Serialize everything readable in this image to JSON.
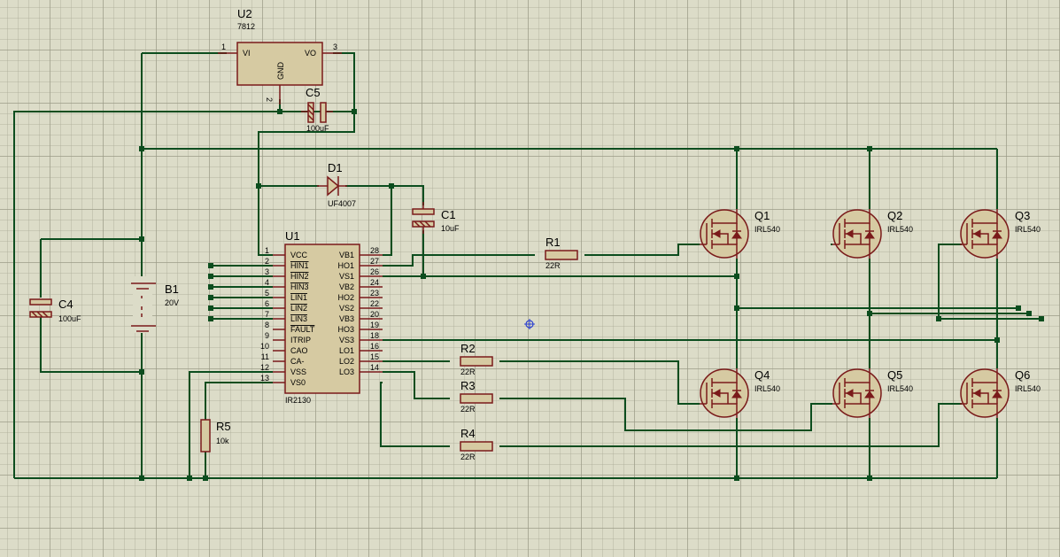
{
  "components": {
    "u2": {
      "ref": "U2",
      "value": "7812",
      "pin_vi": "VI",
      "pin_vo": "VO",
      "pin_gnd": "GND",
      "pin1": "1",
      "pin2": "2",
      "pin3": "3"
    },
    "c5": {
      "ref": "C5",
      "value": "100uF"
    },
    "d1": {
      "ref": "D1",
      "value": "UF4007"
    },
    "c1": {
      "ref": "C1",
      "value": "10uF"
    },
    "c4": {
      "ref": "C4",
      "value": "100uF"
    },
    "b1": {
      "ref": "B1",
      "value": "20V"
    },
    "r1": {
      "ref": "R1",
      "value": "22R"
    },
    "r2": {
      "ref": "R2",
      "value": "22R"
    },
    "r3": {
      "ref": "R3",
      "value": "22R"
    },
    "r4": {
      "ref": "R4",
      "value": "22R"
    },
    "r5": {
      "ref": "R5",
      "value": "10k"
    },
    "u1": {
      "ref": "U1",
      "value": "IR2130",
      "left_pins": [
        {
          "num": "1",
          "name": "VCC"
        },
        {
          "num": "2",
          "name": "HIN1"
        },
        {
          "num": "3",
          "name": "HIN2"
        },
        {
          "num": "4",
          "name": "HIN3"
        },
        {
          "num": "5",
          "name": "LIN1"
        },
        {
          "num": "6",
          "name": "LIN2"
        },
        {
          "num": "7",
          "name": "LIN3"
        },
        {
          "num": "8",
          "name": "FAULT"
        },
        {
          "num": "9",
          "name": "ITRIP"
        },
        {
          "num": "10",
          "name": "CAO"
        },
        {
          "num": "11",
          "name": "CA-"
        },
        {
          "num": "12",
          "name": "VSS"
        },
        {
          "num": "13",
          "name": "VS0"
        }
      ],
      "right_pins": [
        {
          "num": "28",
          "name": "VB1"
        },
        {
          "num": "27",
          "name": "HO1"
        },
        {
          "num": "26",
          "name": "VS1"
        },
        {
          "num": "24",
          "name": "VB2"
        },
        {
          "num": "23",
          "name": "HO2"
        },
        {
          "num": "22",
          "name": "VS2"
        },
        {
          "num": "20",
          "name": "VB3"
        },
        {
          "num": "19",
          "name": "HO3"
        },
        {
          "num": "18",
          "name": "VS3"
        },
        {
          "num": "16",
          "name": "LO1"
        },
        {
          "num": "15",
          "name": "LO2"
        },
        {
          "num": "14",
          "name": "LO3"
        }
      ]
    },
    "q1": {
      "ref": "Q1",
      "value": "IRL540"
    },
    "q2": {
      "ref": "Q2",
      "value": "IRL540"
    },
    "q3": {
      "ref": "Q3",
      "value": "IRL540"
    },
    "q4": {
      "ref": "Q4",
      "value": "IRL540"
    },
    "q5": {
      "ref": "Q5",
      "value": "IRL540"
    },
    "q6": {
      "ref": "Q6",
      "value": "IRL540"
    }
  }
}
